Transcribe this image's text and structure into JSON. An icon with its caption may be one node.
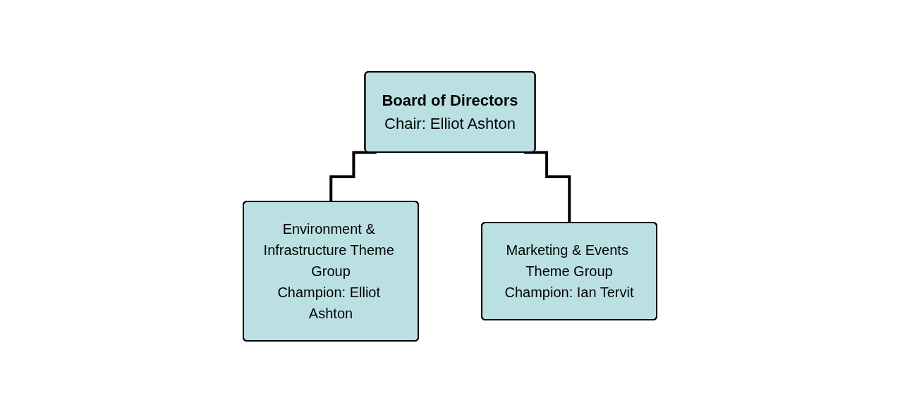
{
  "diagram": {
    "nodes": [
      {
        "text": [
          "Board of Directors",
          "Chair: Elliot Ashton"
        ]
      },
      {
        "text": [
          "Environment & Infrastructure Theme Group",
          "Champion: Elliot Ashton"
        ]
      },
      {
        "text": [
          "Marketing & Events Theme Group",
          "Champion: Ian Tervit"
        ]
      }
    ],
    "edges": [
      {
        "from": 0,
        "to": 1,
        "arrow": "none"
      },
      {
        "from": 0,
        "to": 2,
        "arrow": "none"
      }
    ]
  }
}
